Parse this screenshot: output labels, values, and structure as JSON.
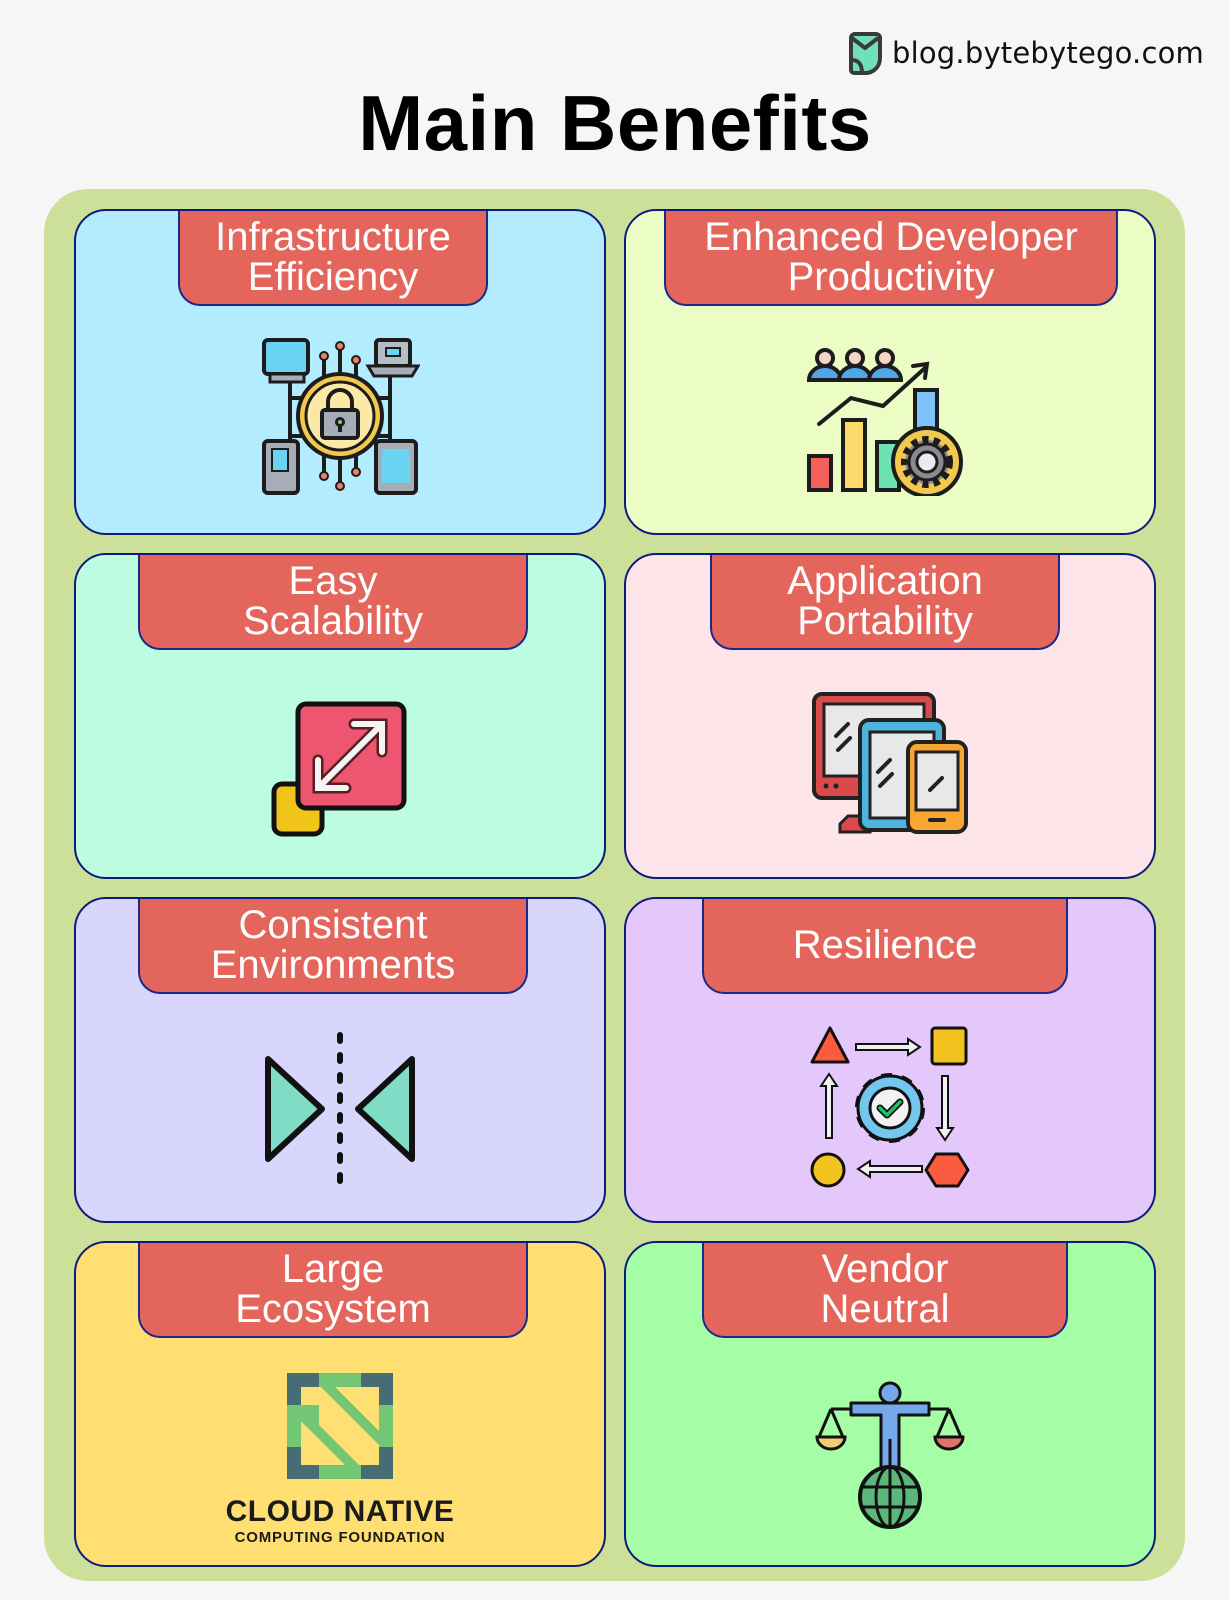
{
  "header": {
    "brand_text": "blog.bytebytego.com",
    "title": "Main Benefits"
  },
  "colors": {
    "page_bg": "#f6f6f6",
    "panel_bg": "#cde09a",
    "tag_bg": "#e3655b",
    "card_border": "#0d1a7e"
  },
  "cards": [
    {
      "id": "infrastructure-efficiency",
      "lines": [
        "Infrastructure",
        "Efficiency"
      ],
      "bg": "#b3ebff",
      "icon": "network-security-lock-icon"
    },
    {
      "id": "enhanced-developer-productivity",
      "lines": [
        "Enhanced Developer",
        "Productivity"
      ],
      "bg": "#ecfcc5",
      "icon": "team-growth-chart-gear-icon"
    },
    {
      "id": "easy-scalability",
      "lines": [
        "Easy",
        "Scalability"
      ],
      "bg": "#bcfde2",
      "icon": "resize-expand-icon"
    },
    {
      "id": "application-portability",
      "lines": [
        "Application",
        "Portability"
      ],
      "bg": "#fde4e8",
      "icon": "multi-device-icon"
    },
    {
      "id": "consistent-environments",
      "lines": [
        "Consistent",
        "Environments"
      ],
      "bg": "#d9d6fd",
      "icon": "mirror-symmetry-icon"
    },
    {
      "id": "resilience",
      "lines": [
        "Resilience"
      ],
      "bg": "#e4c8fb",
      "icon": "cycle-gear-check-icon"
    },
    {
      "id": "large-ecosystem",
      "lines": [
        "Large",
        "Ecosystem"
      ],
      "bg": "#ffdf72",
      "icon": "cncf-logo-icon",
      "logo_text": [
        "CLOUD NATIVE",
        "COMPUTING FOUNDATION"
      ]
    },
    {
      "id": "vendor-neutral",
      "lines": [
        "Vendor",
        "Neutral"
      ],
      "bg": "#a5fda5",
      "icon": "balance-globe-icon"
    }
  ]
}
